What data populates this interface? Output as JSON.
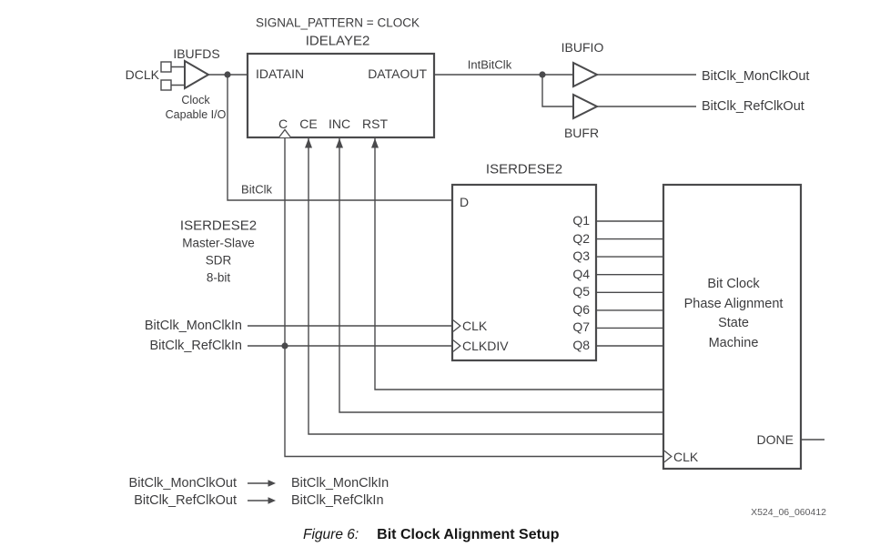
{
  "colors": {
    "stroke": "#4a4a4c",
    "text": "#3c3c3e",
    "caption": "#161616",
    "watermark": "#5b5b5e"
  },
  "diagram": {
    "idelaye2": {
      "param": "SIGNAL_PATTERN = CLOCK",
      "title": "IDELAYE2",
      "pins": {
        "idatain": "IDATAIN",
        "dataout": "DATAOUT",
        "c": "C",
        "ce": "CE",
        "inc": "INC",
        "rst": "RST"
      }
    },
    "ibufds": {
      "title": "IBUFDS",
      "input": "DCLK",
      "note1": "Clock",
      "note2": "Capable I/O"
    },
    "ibufio": {
      "title": "IBUFIO"
    },
    "bufr": {
      "title": "BUFR"
    },
    "nets": {
      "intbitclk": "IntBitClk",
      "bitclk": "BitClk",
      "mon_out": "BitClk_MonClkOut",
      "ref_out": "BitClk_RefClkOut",
      "mon_in": "BitClk_MonClkIn",
      "ref_in": "BitClk_RefClkIn"
    },
    "iserdese2": {
      "title": "ISERDESE2",
      "pins": {
        "d": "D",
        "clk": "CLK",
        "clkdiv": "CLKDIV"
      },
      "q_pins": [
        "Q1",
        "Q2",
        "Q3",
        "Q4",
        "Q5",
        "Q6",
        "Q7",
        "Q8"
      ],
      "note": [
        "ISERDESE2",
        "Master-Slave",
        "SDR",
        "8-bit"
      ]
    },
    "state_machine": {
      "title": [
        "Bit Clock",
        "Phase Alignment",
        "State",
        "Machine"
      ],
      "pins": {
        "clk": "CLK",
        "done": "DONE"
      }
    },
    "mapping": [
      {
        "from": "BitClk_MonClkOut",
        "to": "BitClk_MonClkIn"
      },
      {
        "from": "BitClk_RefClkOut",
        "to": "BitClk_RefClkIn"
      }
    ],
    "watermark": "X524_06_060412",
    "caption": {
      "label": "Figure 6:",
      "title": "Bit Clock Alignment Setup"
    }
  }
}
